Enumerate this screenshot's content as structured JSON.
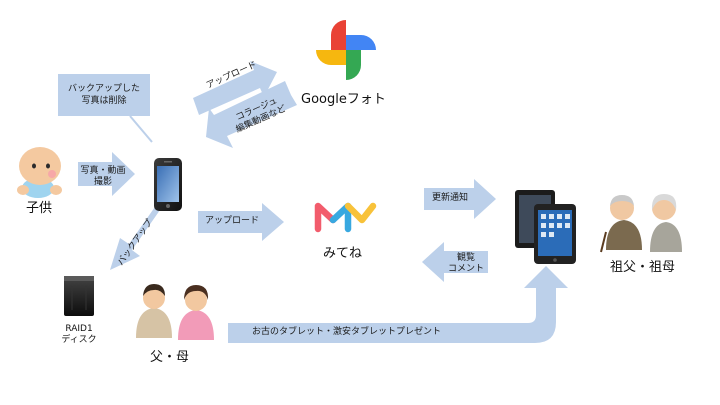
{
  "nodes": {
    "child": "子供",
    "raid": [
      "RAID1",
      "ディスク"
    ],
    "parents": "父・母",
    "google": "Googleフォト",
    "mitene": "みてね",
    "grandparents": "祖父・祖母"
  },
  "edges": {
    "backup_note": [
      "バックアップした",
      "写真は削除"
    ],
    "capture": [
      "写真・動画",
      "撮影"
    ],
    "backup": "バックアップ",
    "upload_google": "アップロード",
    "collage": [
      "コラージュ",
      "編集動画など"
    ],
    "upload_mitene": "アップロード",
    "notify": "更新通知",
    "view_comment": [
      "観覧",
      "コメント"
    ],
    "present": "お古のタブレット・激安タブレットプレゼント"
  },
  "colors": {
    "arrow": "#bcd0ea",
    "google_yellow": "#f6b70f",
    "google_red": "#e94235",
    "google_blue": "#4285f4",
    "google_green": "#34a853",
    "mitene_red": "#f25c6c",
    "mitene_blue": "#38a8e0",
    "mitene_yellow": "#f8c23a"
  }
}
